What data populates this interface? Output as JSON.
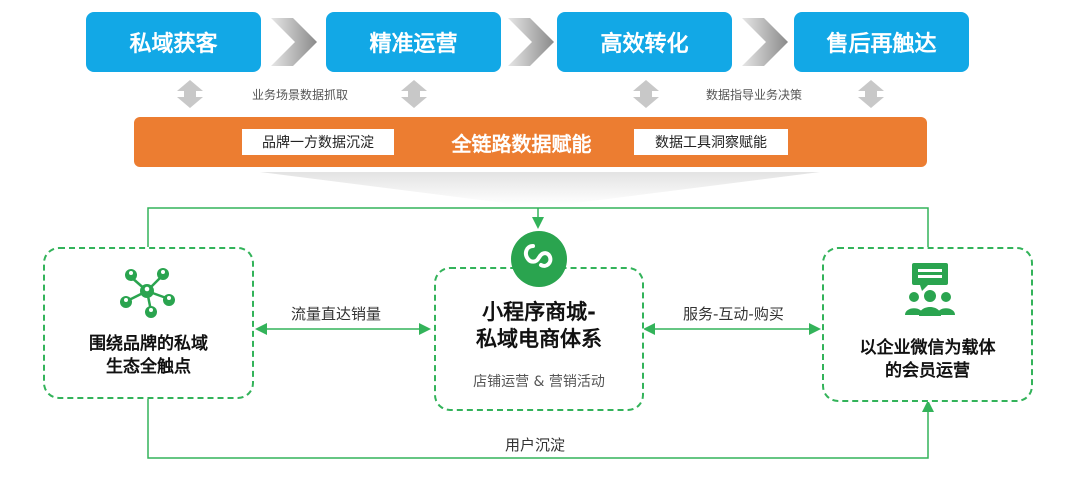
{
  "stages": [
    "私域获客",
    "精准运营",
    "高效转化",
    "售后再触达"
  ],
  "captions": {
    "left": "业务场景数据抓取",
    "right": "数据指导业务决策"
  },
  "banner": {
    "left": "品牌一方数据沉淀",
    "center": "全链路数据赋能",
    "right": "数据工具洞察赋能"
  },
  "left_box": {
    "line1": "围绕品牌的私域",
    "line2": "生态全触点",
    "icon": "network-people-icon"
  },
  "center_box": {
    "line1": "小程序商城-",
    "line2": "私域电商体系",
    "sub": "店铺运营 & 营销活动",
    "icon": "mini-program-icon"
  },
  "right_box": {
    "line1": "以企业微信为载体",
    "line2": "的会员运营",
    "icon": "wecom-members-icon"
  },
  "edges": {
    "left": "流量直达销量",
    "right": "服务-互动-购买",
    "bottom": "用户沉淀"
  },
  "colors": {
    "blue": "#12a8e6",
    "orange": "#ec7d31",
    "green": "#33b35a",
    "gray": "#c8c8c8"
  }
}
